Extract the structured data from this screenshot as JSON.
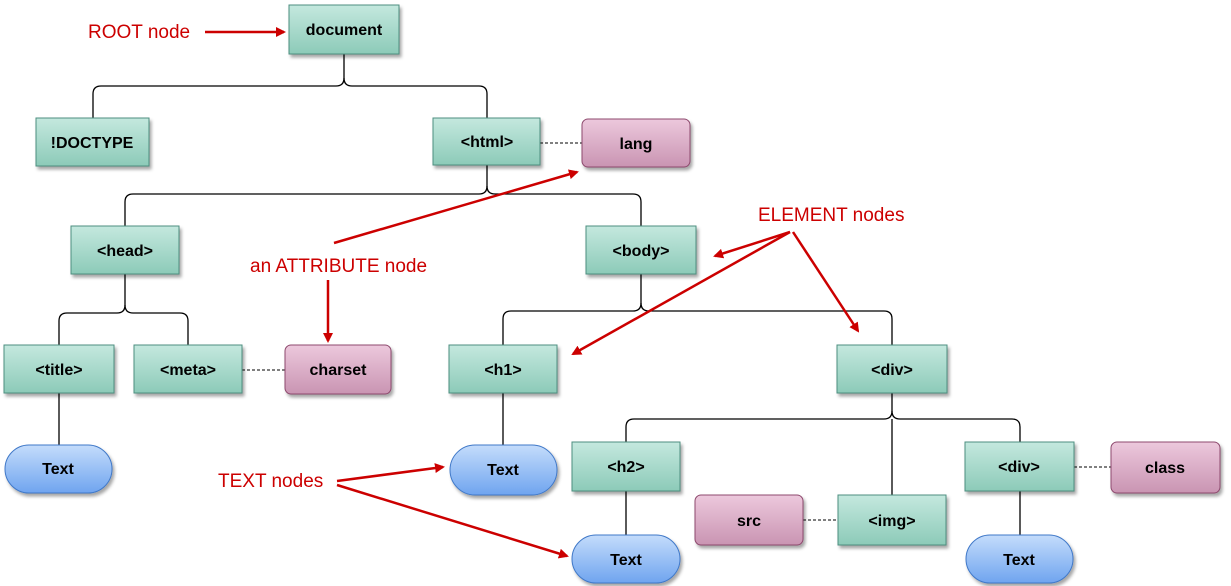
{
  "nodes": {
    "document": "document",
    "doctype": "!DOCTYPE",
    "html": "<html>",
    "lang": "lang",
    "head": "<head>",
    "body": "<body>",
    "title": "<title>",
    "meta": "<meta>",
    "charset": "charset",
    "h1": "<h1>",
    "div": "<div>",
    "title_text": "Text",
    "h1_text": "Text",
    "h2": "<h2>",
    "src": "src",
    "img": "<img>",
    "div2": "<div>",
    "class": "class",
    "h2_text": "Text",
    "div2_text": "Text"
  },
  "annotations": {
    "root": "ROOT node",
    "attribute": "an ATTRIBUTE node",
    "element": "ELEMENT nodes",
    "text": "TEXT nodes"
  },
  "colors": {
    "element_fill": "#a8d8cc",
    "element_stroke": "#4e8f80",
    "attribute_fill": "#dcb0c8",
    "attribute_stroke": "#8e4a6e",
    "text_fill": "#8cbcf5",
    "text_stroke": "#3f78c8",
    "annotation": "#cc0000"
  }
}
